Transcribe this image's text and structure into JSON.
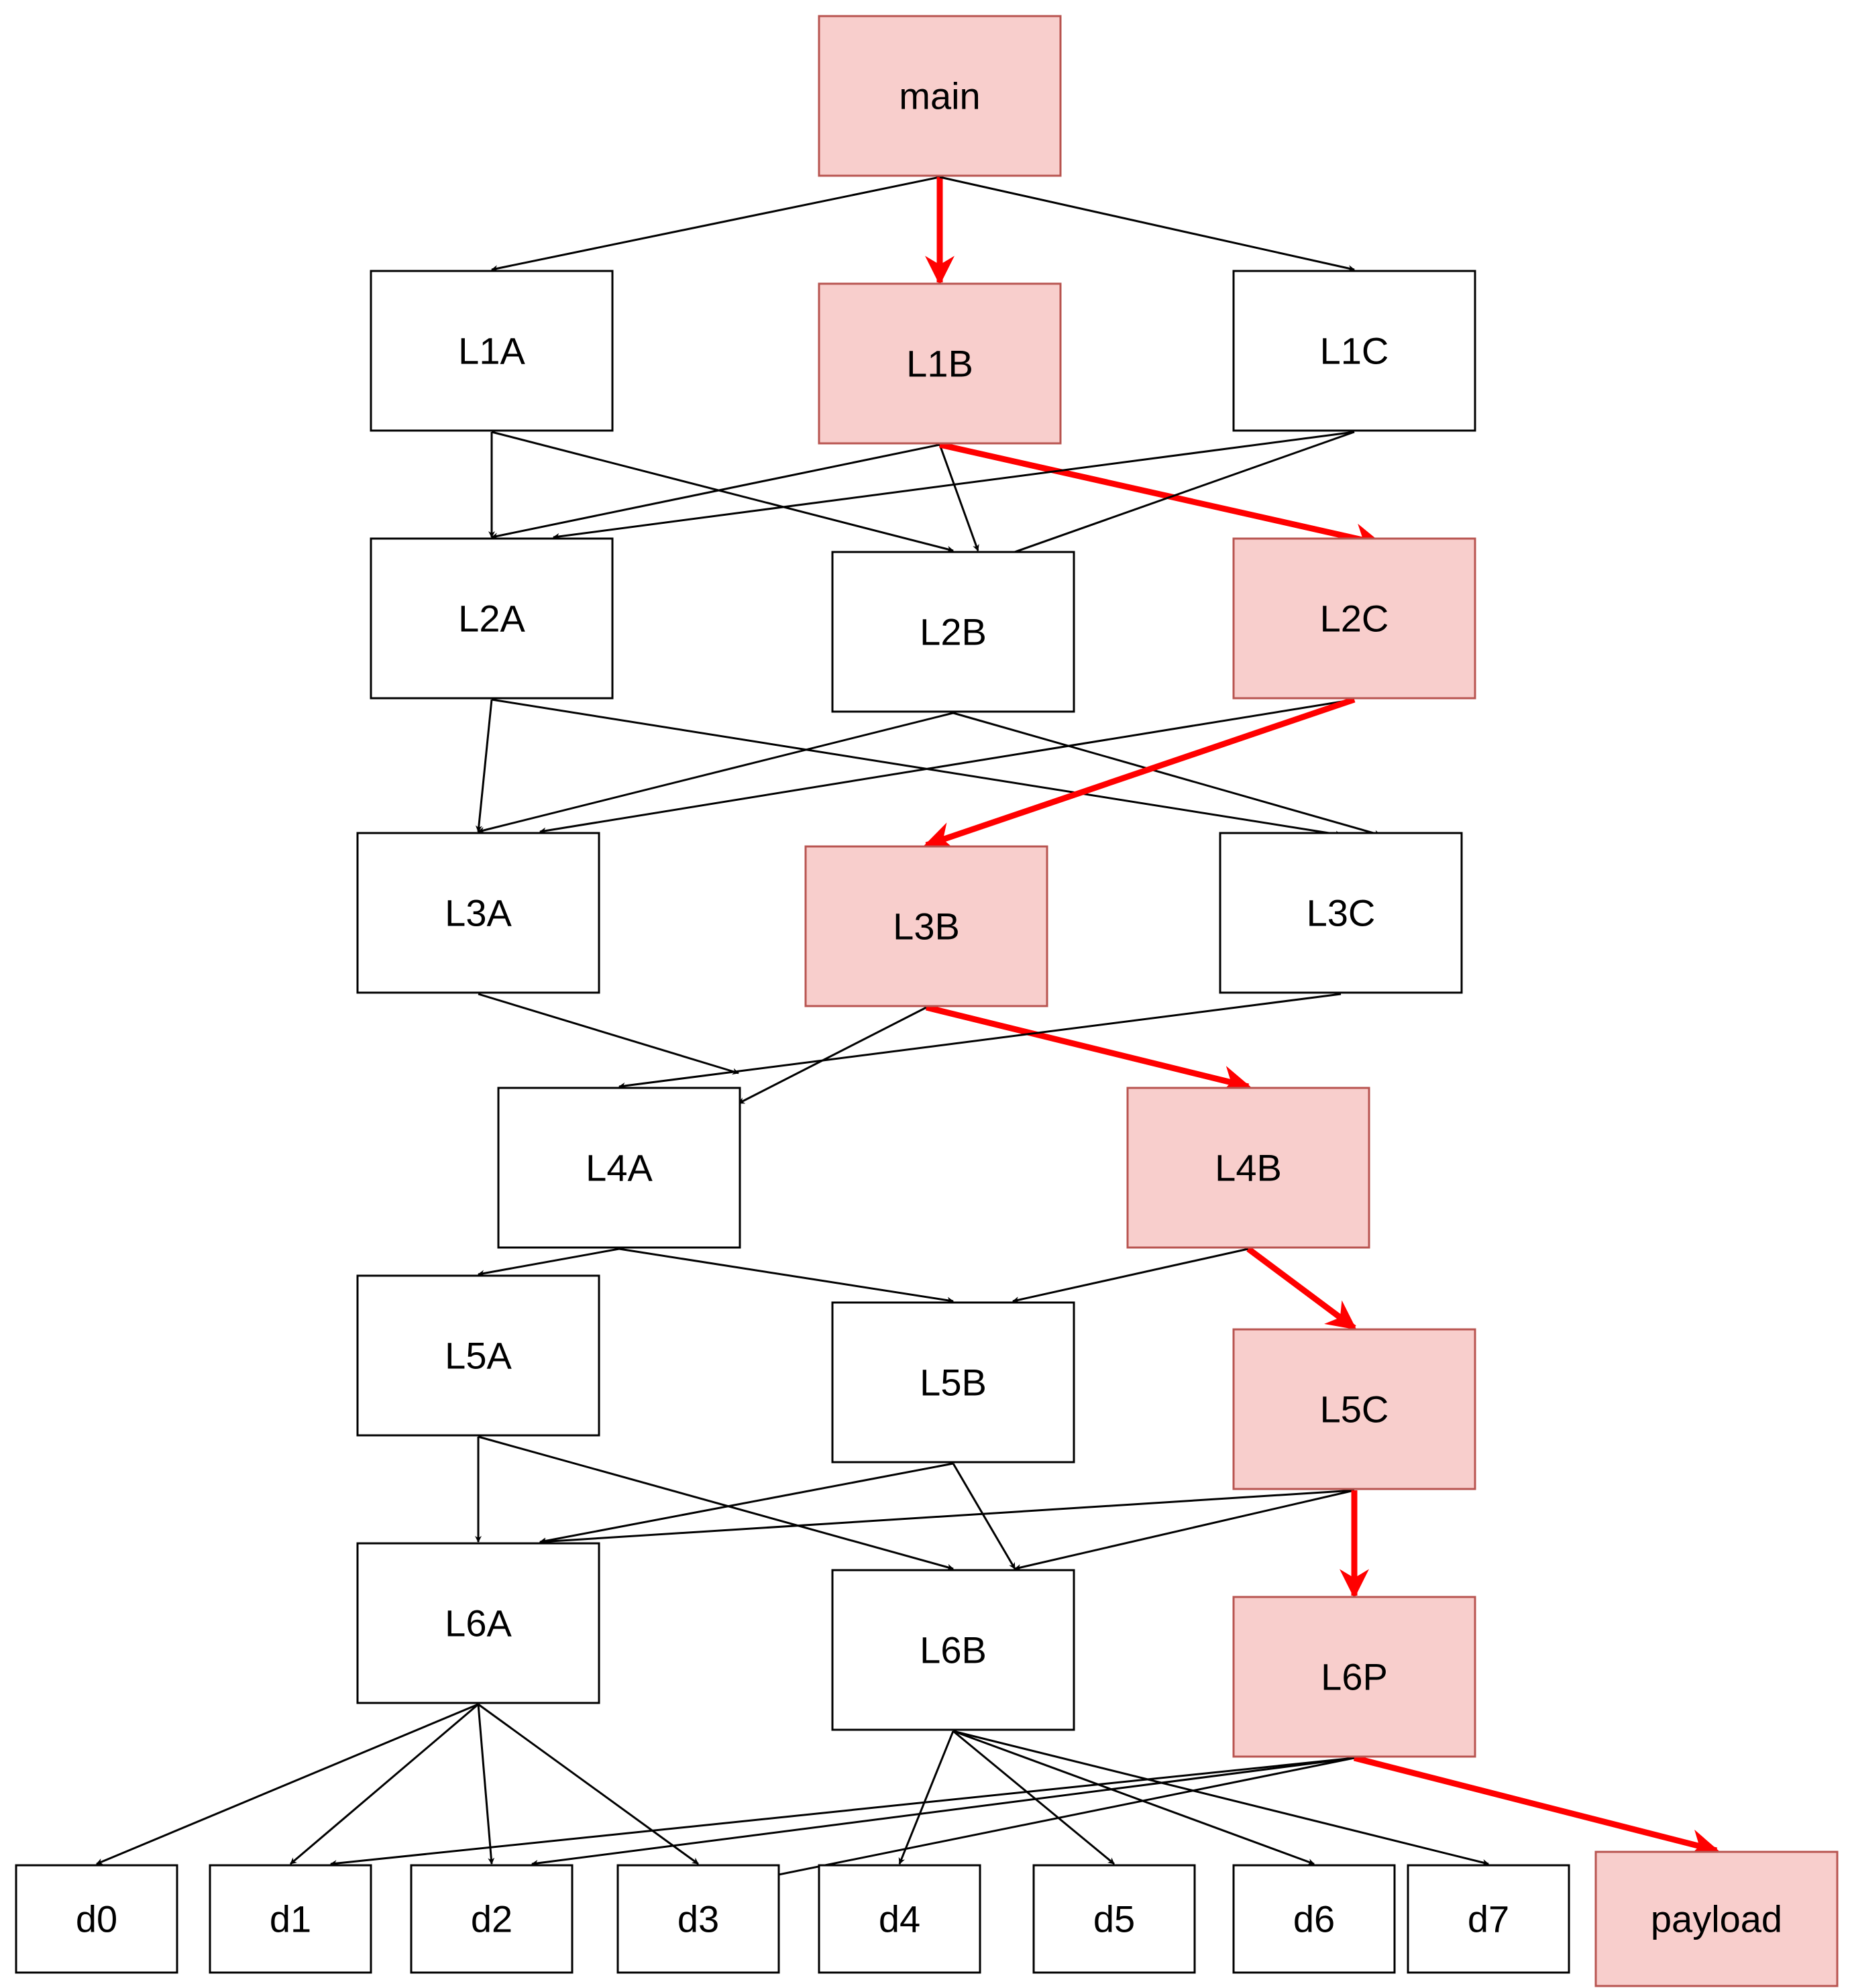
{
  "colors": {
    "normal_fill": "#ffffff",
    "normal_stroke": "#000000",
    "highlight_fill": "#f8cecc",
    "highlight_stroke": "#b85450",
    "edge": "#000000",
    "highlight_edge": "#ff0000"
  },
  "nodes": [
    {
      "id": "main",
      "label": "main",
      "highlight": true
    },
    {
      "id": "L1A",
      "label": "L1A",
      "highlight": false
    },
    {
      "id": "L1B",
      "label": "L1B",
      "highlight": true
    },
    {
      "id": "L1C",
      "label": "L1C",
      "highlight": false
    },
    {
      "id": "L2A",
      "label": "L2A",
      "highlight": false
    },
    {
      "id": "L2B",
      "label": "L2B",
      "highlight": false
    },
    {
      "id": "L2C",
      "label": "L2C",
      "highlight": true
    },
    {
      "id": "L3A",
      "label": "L3A",
      "highlight": false
    },
    {
      "id": "L3B",
      "label": "L3B",
      "highlight": true
    },
    {
      "id": "L3C",
      "label": "L3C",
      "highlight": false
    },
    {
      "id": "L4A",
      "label": "L4A",
      "highlight": false
    },
    {
      "id": "L4B",
      "label": "L4B",
      "highlight": true
    },
    {
      "id": "L5A",
      "label": "L5A",
      "highlight": false
    },
    {
      "id": "L5B",
      "label": "L5B",
      "highlight": false
    },
    {
      "id": "L5C",
      "label": "L5C",
      "highlight": true
    },
    {
      "id": "L6A",
      "label": "L6A",
      "highlight": false
    },
    {
      "id": "L6B",
      "label": "L6B",
      "highlight": false
    },
    {
      "id": "L6P",
      "label": "L6P",
      "highlight": true
    },
    {
      "id": "d0",
      "label": "d0",
      "highlight": false
    },
    {
      "id": "d1",
      "label": "d1",
      "highlight": false
    },
    {
      "id": "d2",
      "label": "d2",
      "highlight": false
    },
    {
      "id": "d3",
      "label": "d3",
      "highlight": false
    },
    {
      "id": "d4",
      "label": "d4",
      "highlight": false
    },
    {
      "id": "d5",
      "label": "d5",
      "highlight": false
    },
    {
      "id": "d6",
      "label": "d6",
      "highlight": false
    },
    {
      "id": "d7",
      "label": "d7",
      "highlight": false
    },
    {
      "id": "payload",
      "label": "payload",
      "highlight": true
    }
  ],
  "edges": [
    {
      "from": "main",
      "to": "L1A",
      "highlight": false
    },
    {
      "from": "main",
      "to": "L1B",
      "highlight": true
    },
    {
      "from": "main",
      "to": "L1C",
      "highlight": false
    },
    {
      "from": "L1A",
      "to": "L2A",
      "highlight": false
    },
    {
      "from": "L1A",
      "to": "L2B",
      "highlight": false
    },
    {
      "from": "L1B",
      "to": "L2A",
      "highlight": false
    },
    {
      "from": "L1B",
      "to": "L2B",
      "highlight": false
    },
    {
      "from": "L1B",
      "to": "L2C",
      "highlight": true
    },
    {
      "from": "L1C",
      "to": "L2A",
      "highlight": false
    },
    {
      "from": "L1C",
      "to": "L2B",
      "highlight": false
    },
    {
      "from": "L2A",
      "to": "L3A",
      "highlight": false
    },
    {
      "from": "L2A",
      "to": "L3C",
      "highlight": false
    },
    {
      "from": "L2B",
      "to": "L3A",
      "highlight": false
    },
    {
      "from": "L2B",
      "to": "L3C",
      "highlight": false
    },
    {
      "from": "L2C",
      "to": "L3A",
      "highlight": false
    },
    {
      "from": "L2C",
      "to": "L3B",
      "highlight": true
    },
    {
      "from": "L3A",
      "to": "L4A",
      "highlight": false
    },
    {
      "from": "L3B",
      "to": "L4A",
      "highlight": false
    },
    {
      "from": "L3B",
      "to": "L4B",
      "highlight": true
    },
    {
      "from": "L3C",
      "to": "L4A",
      "highlight": false
    },
    {
      "from": "L4A",
      "to": "L5A",
      "highlight": false
    },
    {
      "from": "L4A",
      "to": "L5B",
      "highlight": false
    },
    {
      "from": "L4B",
      "to": "L5B",
      "highlight": false
    },
    {
      "from": "L4B",
      "to": "L5C",
      "highlight": true
    },
    {
      "from": "L5A",
      "to": "L6A",
      "highlight": false
    },
    {
      "from": "L5A",
      "to": "L6B",
      "highlight": false
    },
    {
      "from": "L5B",
      "to": "L6A",
      "highlight": false
    },
    {
      "from": "L5B",
      "to": "L6B",
      "highlight": false
    },
    {
      "from": "L5C",
      "to": "L6A",
      "highlight": false
    },
    {
      "from": "L5C",
      "to": "L6B",
      "highlight": false
    },
    {
      "from": "L5C",
      "to": "L6P",
      "highlight": true
    },
    {
      "from": "L6A",
      "to": "d0",
      "highlight": false
    },
    {
      "from": "L6A",
      "to": "d1",
      "highlight": false
    },
    {
      "from": "L6A",
      "to": "d2",
      "highlight": false
    },
    {
      "from": "L6A",
      "to": "d3",
      "highlight": false
    },
    {
      "from": "L6B",
      "to": "d4",
      "highlight": false
    },
    {
      "from": "L6B",
      "to": "d5",
      "highlight": false
    },
    {
      "from": "L6B",
      "to": "d6",
      "highlight": false
    },
    {
      "from": "L6B",
      "to": "d7",
      "highlight": false
    },
    {
      "from": "L6P",
      "to": "d1",
      "highlight": false
    },
    {
      "from": "L6P",
      "to": "d2",
      "highlight": false
    },
    {
      "from": "L6P",
      "to": "d3",
      "highlight": false
    },
    {
      "from": "L6P",
      "to": "payload",
      "highlight": true
    }
  ]
}
